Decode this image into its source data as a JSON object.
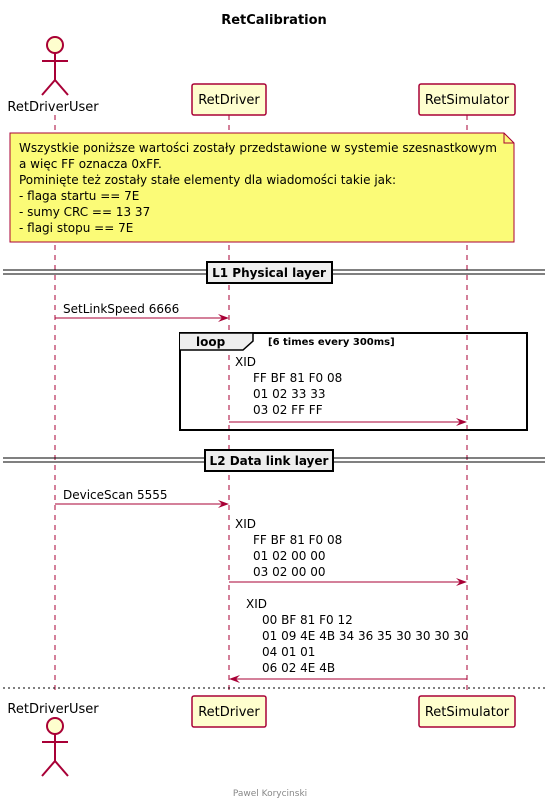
{
  "title": "RetCalibration",
  "participants": {
    "user": "RetDriverUser",
    "driver": "RetDriver",
    "simulator": "RetSimulator"
  },
  "note": {
    "lines": [
      "Wszystkie poniższe wartości zostały przedstawione w systemie szesnastkowym",
      "a więc FF oznacza 0xFF.",
      "Pominięte też zostały stałe elementy dla wiadomości takie jak:",
      "- flaga startu == 7E",
      "- sumy CRC == 13 37",
      "- flagi stopu == 7E"
    ]
  },
  "dividers": {
    "physical": "L1 Physical layer",
    "datalink": "L2 Data link layer"
  },
  "messages": {
    "set_link_speed": "SetLinkSpeed 6666",
    "xid1": [
      "XID",
      "FF BF 81 F0 08",
      "01 02 33 33",
      "03 02 FF FF"
    ],
    "device_scan": "DeviceScan 5555",
    "xid2": [
      "XID",
      "FF BF 81 F0 08",
      "01 02 00 00",
      "03 02 00 00"
    ],
    "xid3": [
      "XID",
      "00 BF 81 F0 12",
      "01 09 4E 4B 34 36 35 30 30 30 30",
      "04 01 01",
      "06 02 4E 4B"
    ]
  },
  "loop": {
    "keyword": "loop",
    "condition": "[6 times every 300ms]"
  },
  "footer": "Pawel Korycinski",
  "colors": {
    "line": "#A80036",
    "participant_fill": "#FEFECE",
    "note_fill": "#FBFB77",
    "divider_fill": "#EEEEEE"
  }
}
